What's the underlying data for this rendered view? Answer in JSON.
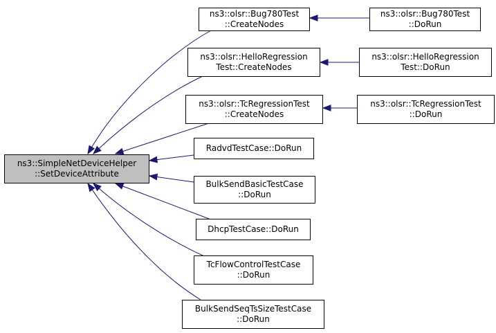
{
  "colors": {
    "edge": "#191970",
    "root_fill": "#bfbfbf",
    "node_fill": "#ffffff",
    "border": "#000000"
  },
  "nodes": [
    {
      "id": "root",
      "lines": [
        "ns3::SimpleNetDeviceHelper",
        "::SetDeviceAttribute"
      ],
      "root": true
    },
    {
      "id": "bug780-create",
      "lines": [
        "ns3::olsr::Bug780Test",
        "::CreateNodes"
      ]
    },
    {
      "id": "bug780-dorun",
      "lines": [
        "ns3::olsr::Bug780Test",
        "::DoRun"
      ]
    },
    {
      "id": "hello-create",
      "lines": [
        "ns3::olsr::HelloRegression",
        "Test::CreateNodes"
      ]
    },
    {
      "id": "hello-dorun",
      "lines": [
        "ns3::olsr::HelloRegression",
        "Test::DoRun"
      ]
    },
    {
      "id": "tc-create",
      "lines": [
        "ns3::olsr::TcRegressionTest",
        "::CreateNodes"
      ]
    },
    {
      "id": "tc-dorun",
      "lines": [
        "ns3::olsr::TcRegressionTest",
        "::DoRun"
      ]
    },
    {
      "id": "radvd",
      "lines": [
        "RadvdTestCase::DoRun"
      ]
    },
    {
      "id": "bulk-basic",
      "lines": [
        "BulkSendBasicTestCase",
        "::DoRun"
      ]
    },
    {
      "id": "dhcp",
      "lines": [
        "DhcpTestCase::DoRun"
      ]
    },
    {
      "id": "tcflow",
      "lines": [
        "TcFlowControlTestCase",
        "::DoRun"
      ]
    },
    {
      "id": "bulk-seq",
      "lines": [
        "BulkSendSeqTsSizeTestCase",
        "::DoRun"
      ]
    }
  ],
  "edges": [
    {
      "from": "bug780-create",
      "to": "root"
    },
    {
      "from": "hello-create",
      "to": "root"
    },
    {
      "from": "tc-create",
      "to": "root"
    },
    {
      "from": "radvd",
      "to": "root"
    },
    {
      "from": "bulk-basic",
      "to": "root"
    },
    {
      "from": "dhcp",
      "to": "root"
    },
    {
      "from": "tcflow",
      "to": "root"
    },
    {
      "from": "bulk-seq",
      "to": "root"
    },
    {
      "from": "bug780-dorun",
      "to": "bug780-create"
    },
    {
      "from": "hello-dorun",
      "to": "hello-create"
    },
    {
      "from": "tc-dorun",
      "to": "tc-create"
    }
  ]
}
